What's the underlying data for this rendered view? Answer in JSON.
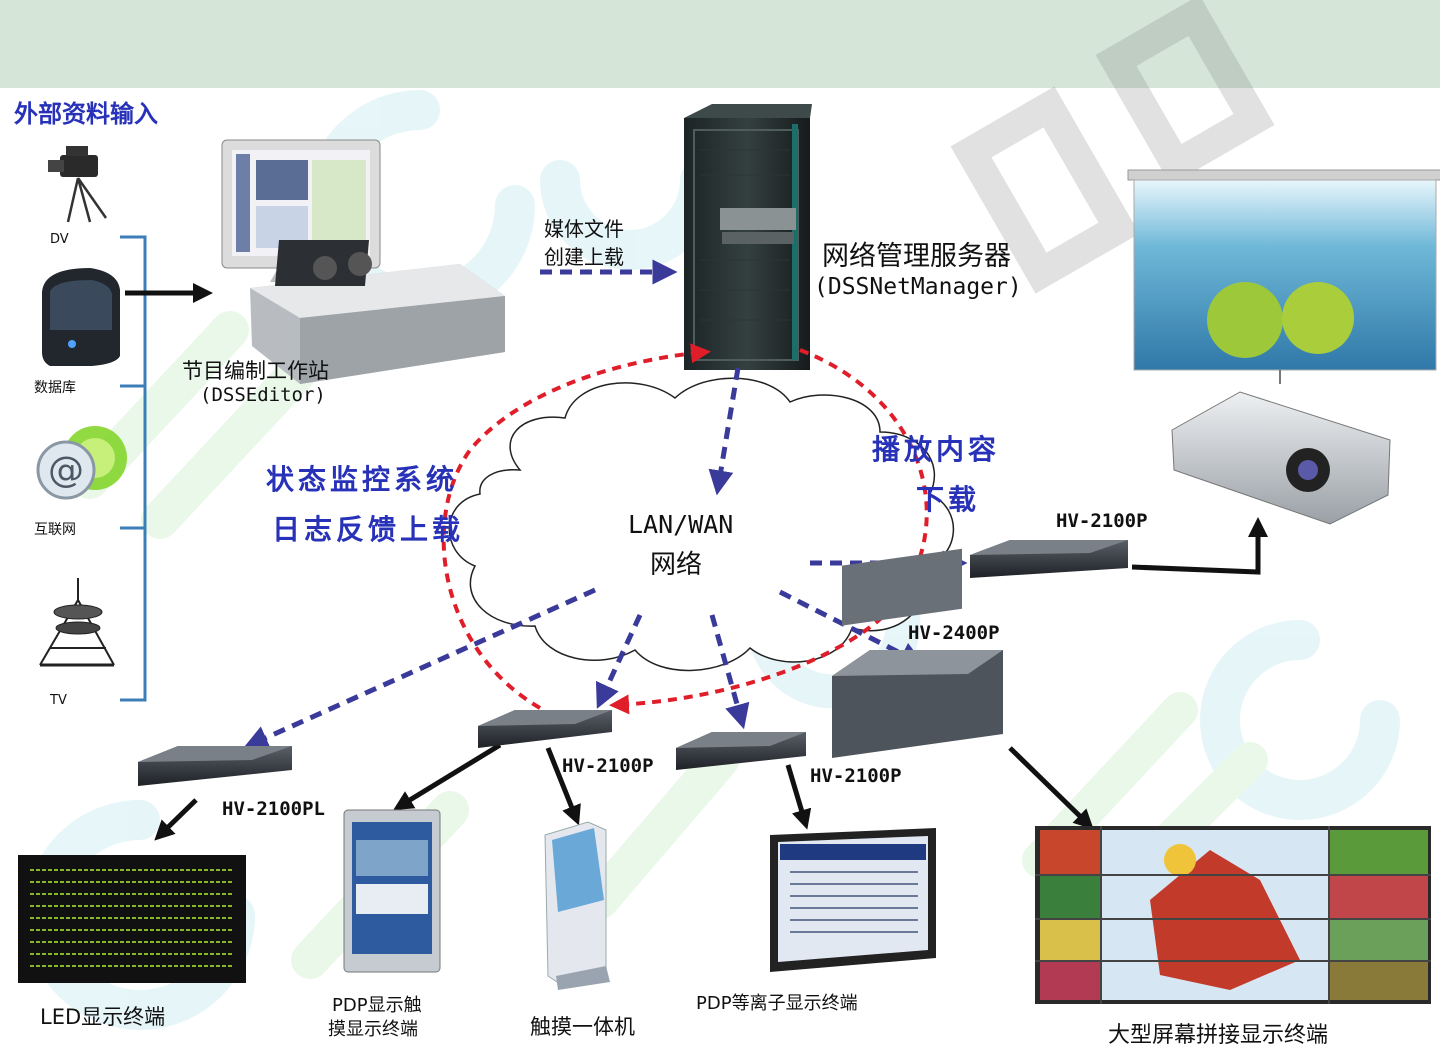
{
  "title": "外部资料输入",
  "sources": [
    {
      "label": "DV",
      "icon": "camcorder-icon"
    },
    {
      "label": "数据库",
      "icon": "database-server-icon"
    },
    {
      "label": "互联网",
      "icon": "internet-icon"
    },
    {
      "label": "TV",
      "icon": "tv-tower-icon"
    }
  ],
  "workstation": {
    "line1": "节目编制工作站",
    "line2": "(DSSEditor)"
  },
  "upload": {
    "line1": "媒体文件",
    "line2": "创建上载"
  },
  "server": {
    "line1": "网络管理服务器",
    "line2": "(DSSNetManager)"
  },
  "network": {
    "line1": "LAN/WAN",
    "line2": "网络"
  },
  "monitor": {
    "line1": "状态监控系统",
    "line2": "日志反馈上载"
  },
  "playback": {
    "line1": "播放内容",
    "line2": "下载"
  },
  "players": {
    "right_top": "HV-2100P",
    "right_mid": "HV-2400P",
    "left": "HV-2100PL",
    "center": "HV-2100P",
    "center_right": "HV-2100P"
  },
  "terminals": {
    "led": "LED显示终端",
    "pdp_touch_1": "PDP显示触",
    "pdp_touch_2": "摸显示终端",
    "kiosk": "触摸一体机",
    "pdp_plasma": "PDP等离子显示终端",
    "video_wall": "大型屏幕拼接显示终端"
  },
  "colors": {
    "header_bar": "#d5e6d9",
    "dash_blue": "#3a3a9a",
    "dash_red": "#e01e2a",
    "label_blue": "#2832b8"
  }
}
